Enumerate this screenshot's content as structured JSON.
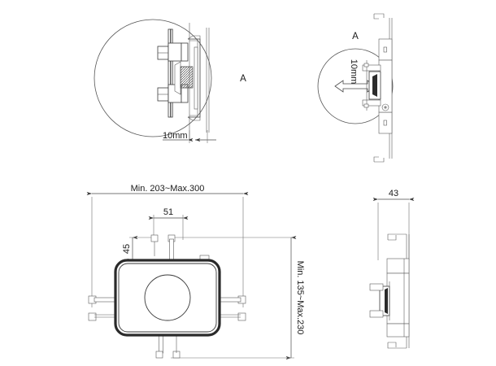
{
  "drawing": {
    "title": "Technical dimensional drawing - wall mount bracket",
    "background_color": "#ffffff",
    "line_color": "#3c3c3c",
    "text_color": "#1a1a1a"
  },
  "views": {
    "detail_top_left": {
      "name": "detail-view-a-front",
      "callout_label": "A",
      "dimension_label": "10mm"
    },
    "side_top_right": {
      "name": "side-view-top",
      "callout_label": "A",
      "dimension_label": "10mm",
      "arrow": "double-headed-horizontal"
    },
    "front_main": {
      "name": "front-view-main",
      "width_label": "Min. 203~Max.300",
      "inner_width_label": "51",
      "top_offset_label": "45",
      "height_label": "Min. 135~Max.230"
    },
    "side_main": {
      "name": "side-view-main",
      "depth_label": "43"
    }
  },
  "labels": {
    "a_left": "A",
    "a_right": "A",
    "ten_mm_left": "10mm",
    "ten_mm_right": "10mm",
    "width_main": "Min. 203~Max.300",
    "inner_width": "51",
    "top_offset": "45",
    "height_main": "Min. 135~Max.230",
    "depth": "43"
  }
}
